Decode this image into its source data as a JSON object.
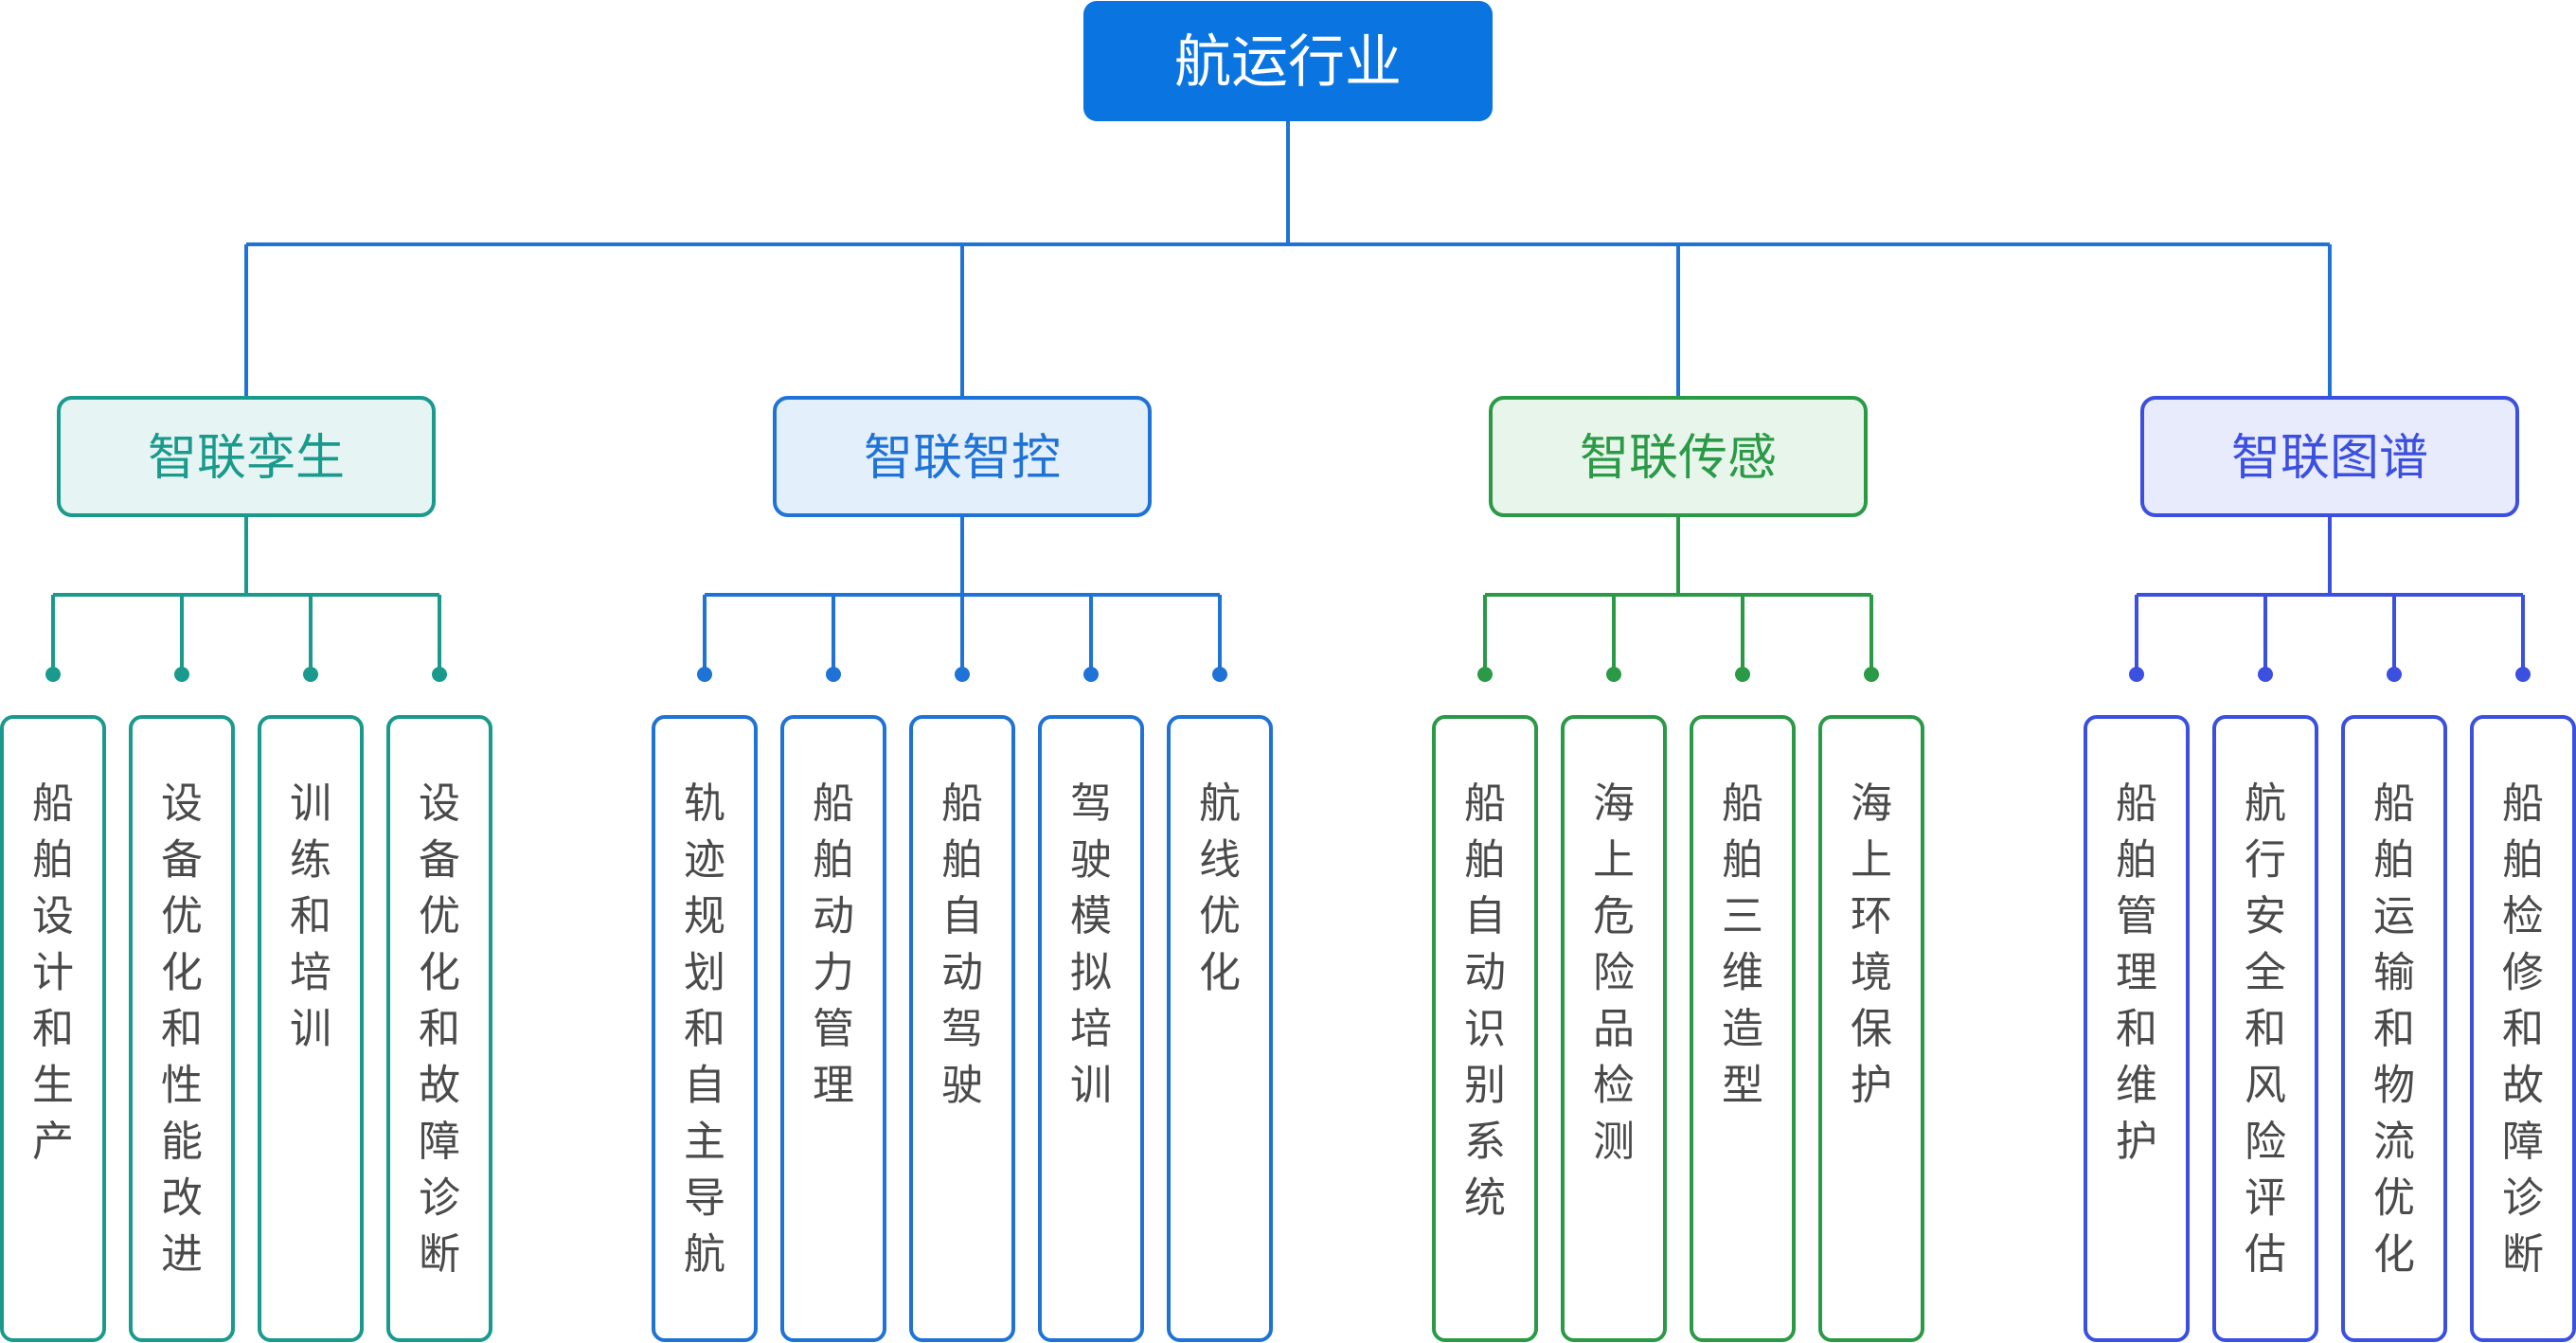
{
  "root": {
    "label": "航运行业",
    "color": "#0a74e0"
  },
  "categories": [
    {
      "label": "智联孪生",
      "color": "#1a9a8c",
      "fill": "#e6f5f3",
      "items": [
        "船舶设计和生产",
        "设备优化和性能改进",
        "训练和培训",
        "设备优化和故障诊断"
      ]
    },
    {
      "label": "智联智控",
      "color": "#1f73d6",
      "fill": "#e3effb",
      "items": [
        "轨迹规划和自主导航",
        "船舶动力管理",
        "船舶自动驾驶",
        "驾驶模拟培训",
        "航线优化"
      ]
    },
    {
      "label": "智联传感",
      "color": "#2a9a47",
      "fill": "#e7f5ea",
      "items": [
        "船舶自动识别系统",
        "海上危险品检测",
        "船舶三维造型",
        "海上环境保护"
      ]
    },
    {
      "label": "智联图谱",
      "color": "#3b4fe0",
      "fill": "#e8ebfc",
      "items": [
        "船舶管理和维护",
        "航行安全和风险评估",
        "船舶运输和物流优化",
        "船舶检修和故障诊断"
      ]
    }
  ],
  "connector_color": "#1f73d6"
}
